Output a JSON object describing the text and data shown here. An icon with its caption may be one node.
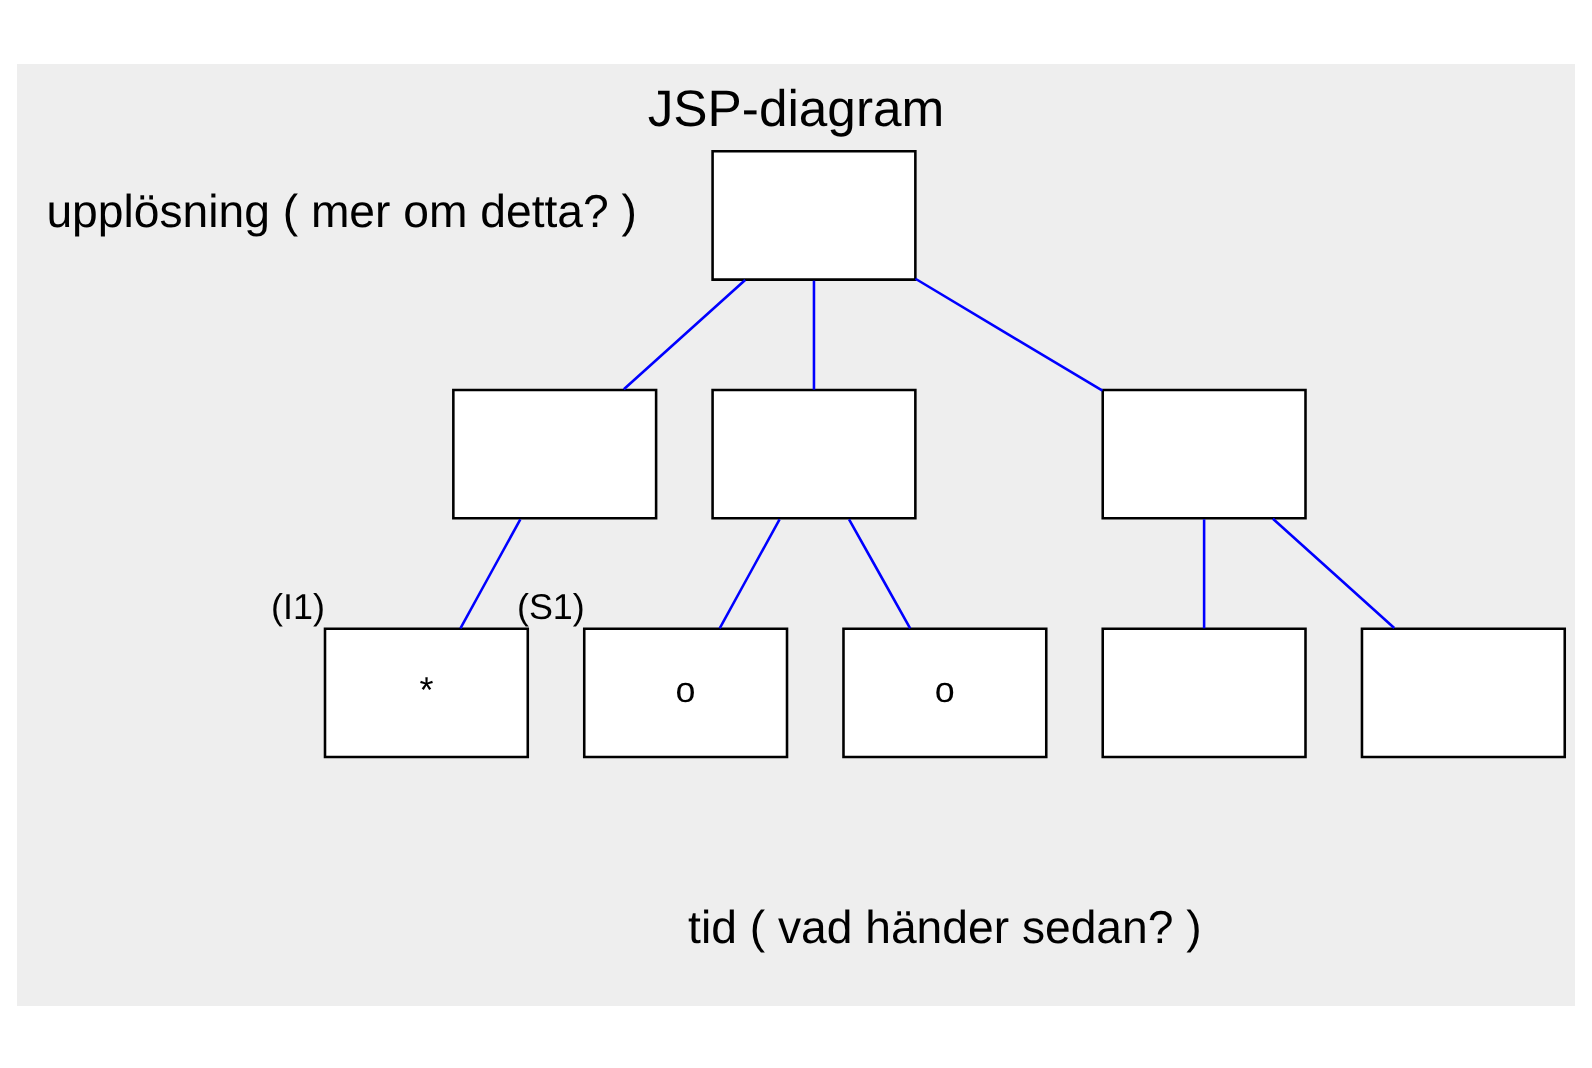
{
  "diagram": {
    "title": "JSP-diagram",
    "nodes": [
      {
        "text": [],
        "shape": "box"
      },
      {
        "text": [],
        "shape": "box"
      },
      {
        "text": [],
        "shape": "box"
      },
      {
        "text": [],
        "shape": "box"
      },
      {
        "text": [
          "*"
        ],
        "beside": [
          "(I1)"
        ]
      },
      {
        "text": [
          "o"
        ],
        "beside": [
          "(S1)"
        ]
      },
      {
        "text": [
          "o"
        ]
      },
      {
        "text": [],
        "shape": "box"
      },
      {
        "text": [],
        "shape": "box"
      }
    ],
    "edges": [
      {
        "from": 0,
        "to": 1,
        "arrow": "none"
      },
      {
        "from": 0,
        "to": 2,
        "arrow": "none"
      },
      {
        "from": 0,
        "to": 3,
        "arrow": "none"
      },
      {
        "from": 1,
        "to": 4,
        "arrow": "none"
      },
      {
        "from": 2,
        "to": 5,
        "arrow": "none"
      },
      {
        "from": 2,
        "to": 6,
        "arrow": "none"
      },
      {
        "from": 3,
        "to": 7,
        "arrow": "none"
      },
      {
        "from": 3,
        "to": 8,
        "arrow": "none"
      }
    ],
    "labels": [
      "upplösning ( mer om detta? )",
      "tid ( vad händer sedan? )"
    ]
  }
}
